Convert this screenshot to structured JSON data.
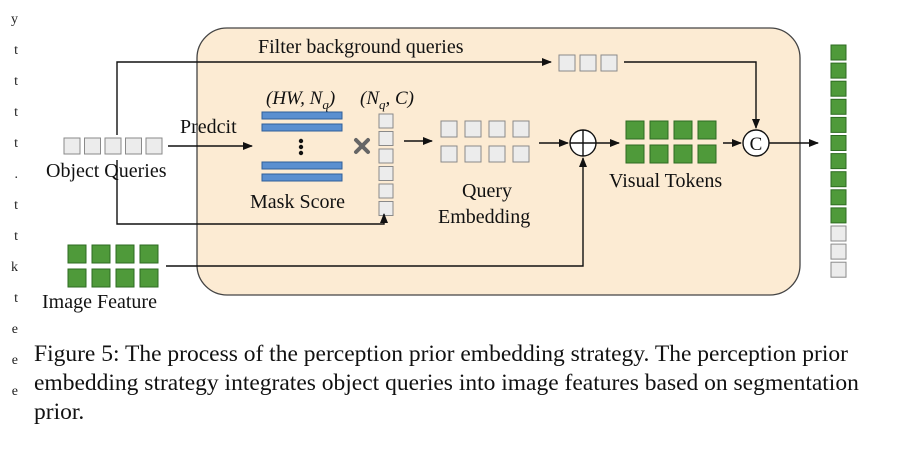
{
  "diagram": {
    "labels": {
      "filter": "Filter background queries",
      "predict": "Predcit",
      "object_queries": "Object Queries",
      "mask_score": "Mask Score",
      "hw_nq": "(HW, N",
      "hw_nq_sub": "q",
      "nq_c": "(N",
      "nq_c_sub": "q",
      "nq_c_tail": ", C)",
      "query_embedding_1": "Query",
      "query_embedding_2": "Embedding",
      "visual_tokens": "Visual Tokens",
      "image_feature": "Image Feature",
      "concat": "C"
    },
    "colors": {
      "panel_fill": "#fcebd3",
      "panel_stroke": "#444444",
      "green": "#4f9a3a",
      "green_stroke": "#2e6b22",
      "gray_fill": "#ececec",
      "gray_stroke": "#8a8a8a",
      "blue_bar": "#5a8fd0",
      "blue_stroke": "#2f5f9a",
      "multiply": "#666666"
    }
  },
  "caption": {
    "label": "Figure 5:",
    "text": " The process of the perception prior embedding strategy. The perception prior embedding strategy integrates object queries into image features based on segmentation prior."
  },
  "left_edge_marks": [
    "y",
    "t",
    "t",
    "t",
    "t",
    ".",
    "t",
    "t",
    "k",
    "t",
    "e",
    "e",
    "e"
  ]
}
